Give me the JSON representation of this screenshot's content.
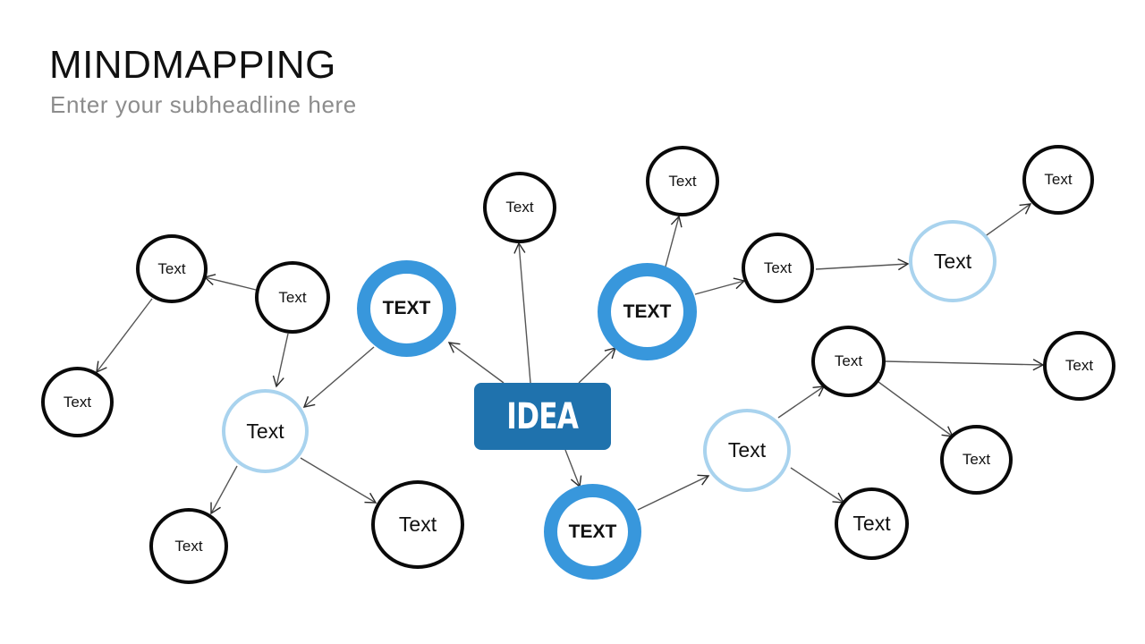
{
  "header": {
    "title": "MINDMAPPING",
    "subtitle": "Enter your subheadline here"
  },
  "colors": {
    "idea_fill": "#1f72ad",
    "primary_ring": "#3897dc",
    "secondary_ring": "#a9d3ee",
    "leaf_ring": "#0a0a0a",
    "connector": "#555555"
  },
  "idea": {
    "label": "IDEA"
  },
  "primary_nodes": {
    "left": "TEXT",
    "right": "TEXT",
    "bottom": "TEXT"
  },
  "secondary_nodes": {
    "left": "Text",
    "top_right": "Text",
    "bottom_right": "Text"
  },
  "leaf_nodes": {
    "top_center": "Text",
    "top_right_upper": "Text",
    "right_mid": "Text",
    "far_top_right": "Text",
    "left_top": "Text",
    "left_mid": "Text",
    "left_far": "Text",
    "left_bottom": "Text",
    "left_bottom_big": "Text",
    "right_cluster_top": "Text",
    "right_cluster_far": "Text",
    "right_cluster_lower": "Text",
    "right_bottom": "Text"
  }
}
